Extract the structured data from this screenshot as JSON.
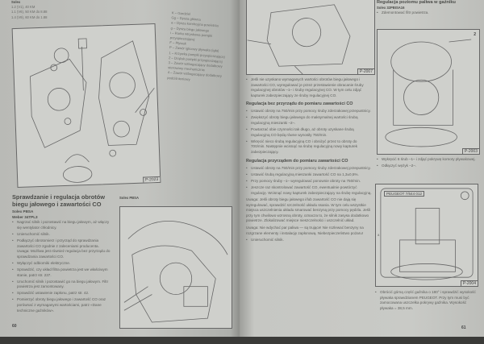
{
  "left_page": {
    "header_lines": [
      "Solex",
      "1.2 (V1), 40 KM",
      "1.1 (V6), 50 KM do 8.88",
      "1.4 (V9), 60 KM do 1.88"
    ],
    "legend": [
      "K – Gardziel",
      "Gg – Dysza główna",
      "a – Dysza korekcyjna powietrza",
      "g – Dysza biegu jałowego",
      "i – Rurka wtryskowa pompki przyspieszającej",
      "F – Pływak",
      "P – Zawór iglicowy pływaka (igła)",
      "1 – Krzywka pompki przyspieszającej",
      "2 – Drążek pompki przyspieszającej",
      "3 – Zawór wzbogacający dodatkowy sterowany mechanicznie",
      "4 – Zawór wzbogacający dodatkowy podciśnieniowy"
    ],
    "figure_top_label": "P-2023",
    "heading": "Sprawdzanie i regulacja obrotów biegu jałowego i zawartości CO",
    "sub1": "Solex PBSA",
    "sub2": "Weber 34TPL3",
    "bullets": [
      "Nagrzać silnik i pozostawić na biegu jałowym, aż włączy się wentylator chłodnicy.",
      "Unieruchomić silnik.",
      "Podłączyć obrotomierz i przyrząd do sprawdzania zawartości CO zgodnie z zaleceniami producenta. Uwaga: Możliwa jest również regulacja bez przyrządu do sprawdzania zawartości CO.",
      "Wyłączyć odbiorniki elektryczne.",
      "Sprawdzić, czy układ filtra powietrza jest we właściwym stanie, patrz str. 237.",
      "Uruchomić silnik i pozostawić go na biegu jałowym. Filtr powietrza jest zamontowany.",
      "Sprawdzić ustawienie zapłonu, patrz str. 42.",
      "Pomierzyć obroty biegu jałowego i zawartość CO oraz porównać z wymaganymi wartościami, patrz «Dane techniczne gaźników»."
    ],
    "figure_bottom_caption": "Solex PBSA",
    "page_number": "60"
  },
  "right_page": {
    "figure_top_label": "P-2007",
    "intro_bullet": "Jeśli nie uzyskano wymaganych wartości obrotów biegu jałowego i zawartości CO, wyregulować je przez przestawienie obracanie śruby regulacyjnej obrotów –1– i śruby regulacyjnej CO. W tym celu zdjąć kapturek zabezpieczający ze śruby regulacyjnej CO.",
    "section1_heading": "Regulacja bez przyrządu do pomiaru zawartości CO",
    "section1_bullets": [
      "Ustawić obroty na 750/min przy pomocy śruby zderzakowej przepustnicy.",
      "Zwiększyć obroty biegu jałowego do maksymalnej wartości śrubą regulacyjną mieszanki –2–.",
      "Powtarzać obie czynności tak długo, aż obroty uzyskane śrubą regulacyjną CO będą równe wynosiły 750/min.",
      "Wkręcić nieco śrubą regulacyjną CO i obniżyć przez to obroty do 700/min. Następnie wcisnąć na śrubę regulacyjną nowy kapturek zabezpieczający."
    ],
    "section2_heading": "Regulacja przyrządem do pomiaru zawartości CO",
    "section2_bullets": [
      "Ustawić obroty na 750/min przy pomocy śruby zderzakowej przepustnicy.",
      "Ustawić śrubą regulacyjną mieszanki zawartość CO na 1,3±0,5%.",
      "Przy pomocy śruby –1– wyregulować ponownie obroty na 750/min.",
      "Jeszcze raz skontrolować zawartość CO, ewentualnie powtórzyć regulację. Wcisnąć nowy kapturek zabezpieczający na śrubę regulacyjną."
    ],
    "note1": "Uwaga: Jeśli obroty biegu jałowego i/lub zawartość CO nie dają się wyregulować, sprawdzić szczelność układu ssania. W tym celu wszystkie miejsca uszczelnienia układu smarować benzyną przy pomocy pędzla. Jeśli przy tym chwilowo wzrosną obroty, oznacza to, że silnik zasysa dodatkowo powietrze. Zlokalizować miejsce nieszczelności i uszczelnić układ.",
    "note2": "Uwaga: Nie wdychać par paliwa — są trujące! Nie rozlewać benzyny na rozgrzane elementy i instalację zapłonową. Niebezpieczeństwo pożaru!",
    "last_bullet": "Unieruchomić silnik.",
    "col2_heading": "Regulacja poziomu paliwa w gaźniku",
    "col2_sub": "Solex 32PBISA16",
    "col2_bullet": "Zdemontować filtr powietrza.",
    "figure2_label": "P-2003",
    "figure2_callout": "2",
    "col2_bullets": [
      "Wykręcić 6 śrub –1– i zdjąć pokrywę komory pływakowej.",
      "Odłączyć wężyk –2–."
    ],
    "figure3_label": "P-2004",
    "figure3_tool": "PEUGEOT 7/644 012",
    "figure3_callout": "a",
    "col2_final": "Obrócić górną część gaźnika o 180° i sprawdzić wysokość pływaka sprawdzianem PEUGEOT. Przy tym musi być zamocowana uszczelka pokrywy gaźnika. Wysokość pływaka = 38,5 mm.",
    "page_number": "61"
  }
}
